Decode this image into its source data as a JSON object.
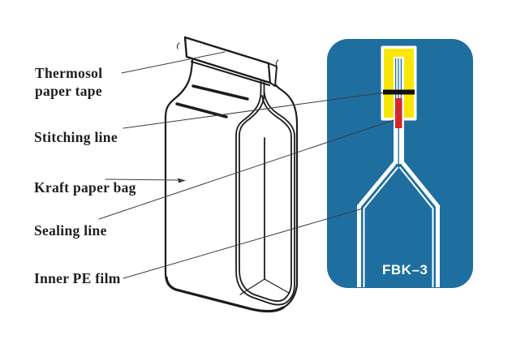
{
  "labels": {
    "thermosol": {
      "line1": "Thermosol",
      "line2": "paper tape"
    },
    "stitching": "Stitching line",
    "kraft": "Kraft paper bag",
    "sealing": "Sealing line",
    "inner_pe": "Inner PE film"
  },
  "panel": {
    "model_label": "FBK–3"
  },
  "colors": {
    "panel_blue": "#1E6FA0",
    "tape_yellow": "#F9E606",
    "sealing_red": "#D6252B",
    "stitching_black": "#101010",
    "film_white": "#FFFFFF",
    "line_dark": "#1C1C1C",
    "leader_gray": "#3C3C3C"
  }
}
